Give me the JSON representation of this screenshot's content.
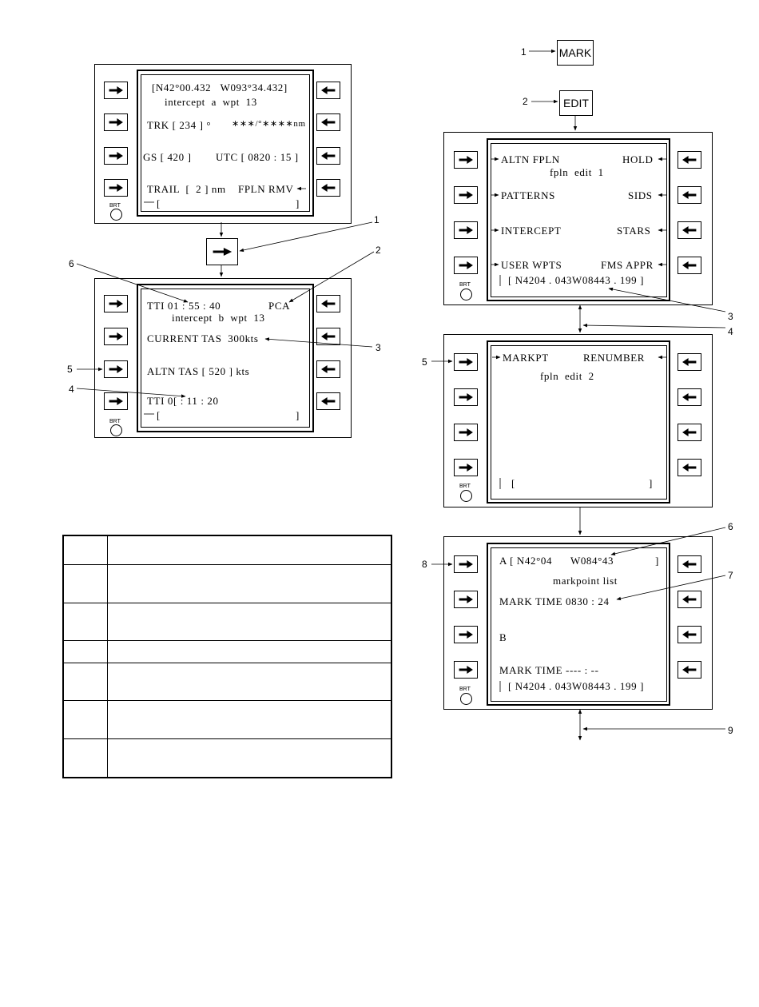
{
  "keys": {
    "mark": "MARK",
    "edit": "EDIT",
    "brt": "BRT"
  },
  "screen1": {
    "line1": "[N42°00.432   W093°34.432]",
    "line2": "intercept  a  wpt  13",
    "trk": "TRK [ 234 ] °",
    "trk_right": "∗∗∗/°∗∗∗∗nm",
    "gs": "GS [ 420 ]",
    "utc": "UTC [ 0820 : 15 ]",
    "trail": "TRAIL  [  2 ] nm",
    "fpln_rmv": "FPLN RMV",
    "scratch_left": "[",
    "scratch_right": "]"
  },
  "screen2": {
    "tti1": "TTI 01 : 55 : 40",
    "pca": "PCA",
    "line2": "intercept  b  wpt  13",
    "current_tas": "CURRENT TAS  300kts",
    "altn_tas": "ALTN TAS [ 520 ] kts",
    "tti2": "TTI 0[ : 11 : 20",
    "scratch_left": "[",
    "scratch_right": "]"
  },
  "screen3": {
    "altn_fpln": "ALTN FPLN",
    "hold": "HOLD",
    "title": "fpln  edit  1",
    "patterns": "PATTERNS",
    "sids": "SIDS",
    "intercept": "INTERCEPT",
    "stars": "STARS",
    "user_wpts": "USER WPTS",
    "fms_appr": "FMS APPR",
    "scratch": "[ N4204 . 043W08443 . 199 ]"
  },
  "screen4": {
    "markpt": "MARKPT",
    "renumber": "RENUMBER",
    "title": "fpln  edit  2",
    "scratch_left": "[",
    "scratch_right": "]"
  },
  "screen5": {
    "line1": "A [ N42°04      W084°43",
    "line1_close": "]",
    "title": "markpoint list",
    "mark_time_a": "MARK TIME 0830 : 24",
    "b": "B",
    "mark_time_b": "MARK TIME ---- : --",
    "scratch": "[ N4204 . 043W08443 . 199 ]"
  },
  "callouts_left": {
    "c1": "1",
    "c2": "2",
    "c3": "3",
    "c4": "4",
    "c5": "5",
    "c6": "6"
  },
  "callouts_right": {
    "c1": "1",
    "c2": "2",
    "c3": "3",
    "c4": "4",
    "c5": "5",
    "c6": "6",
    "c7": "7",
    "c8": "8",
    "c9": "9"
  }
}
